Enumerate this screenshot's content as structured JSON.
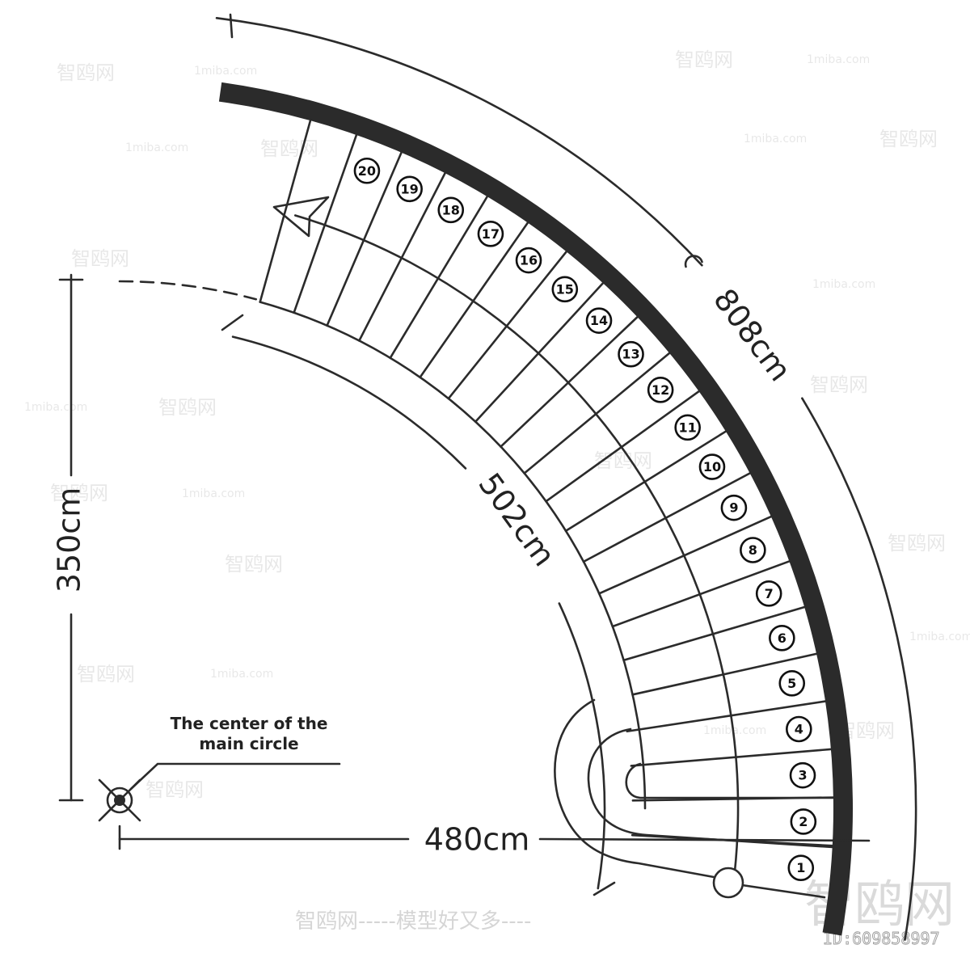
{
  "dimensions": {
    "outer_arc": "808cm",
    "inner_arc": "502cm",
    "vertical": "350cm",
    "horizontal": "480cm"
  },
  "annotation": {
    "line1": "The center of the",
    "line2": "main circle"
  },
  "steps": [
    "1",
    "2",
    "3",
    "4",
    "5",
    "6",
    "7",
    "8",
    "9",
    "10",
    "11",
    "12",
    "13",
    "14",
    "15",
    "16",
    "17",
    "18",
    "19",
    "20"
  ],
  "watermarks": {
    "brand_cn": "智鸥网",
    "site": "1miba.com",
    "slogan": "智鸥网-----模型好又多----",
    "id": "ID:609858997"
  },
  "colors": {
    "line": "#2b2b2b",
    "wall": "#2b2b2b"
  }
}
